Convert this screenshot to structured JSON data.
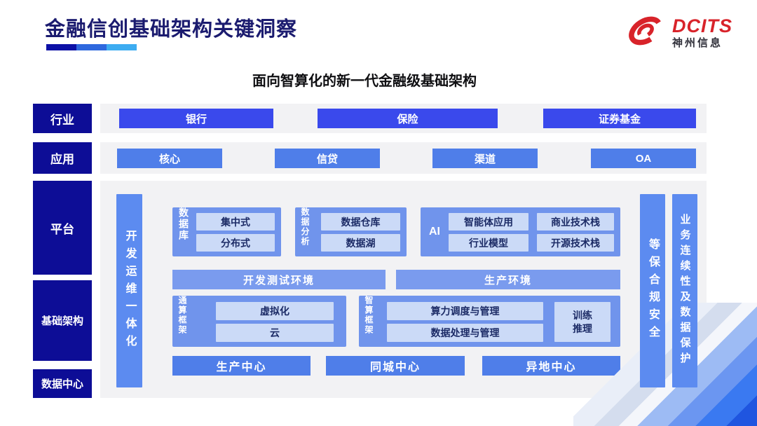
{
  "header": {
    "title": "金融信创基础架构关键洞察",
    "logo": {
      "brand": "DCITS",
      "company": "神州信息"
    }
  },
  "subtitle": "面向智算化的新一代金融级基础架构",
  "layers": {
    "industry": "行业",
    "application": "应用",
    "platform": "平台",
    "infrastructure": "基础架构",
    "datacenter": "数据中心"
  },
  "industry_items": [
    "银行",
    "保险",
    "证券基金"
  ],
  "application_items": [
    "核心",
    "信贷",
    "渠道",
    "OA"
  ],
  "platform": {
    "devops_bar": "开发运维一体化",
    "security_bar": "等保合规安全",
    "continuity_bar": "业务连续性及数据保护",
    "database": {
      "label": "数据库",
      "items": [
        "集中式",
        "分布式"
      ]
    },
    "analytics": {
      "label": "数据分析",
      "items": [
        "数据仓库",
        "数据湖"
      ]
    },
    "ai": {
      "label": "AI",
      "items": [
        "智能体应用",
        "商业技术栈",
        "行业模型",
        "开源技术栈"
      ]
    },
    "env_dev": "开发测试环境",
    "env_prod": "生产环境",
    "general_compute": {
      "label": "通算框架",
      "items": [
        "虚拟化",
        "云"
      ]
    },
    "ai_compute": {
      "label": "智算框架",
      "items": [
        "算力调度与管理",
        "数据处理与管理"
      ],
      "train_infer": "训练\n推理"
    },
    "centers": [
      "生产中心",
      "同城中心",
      "异地中心"
    ]
  },
  "colors": {
    "label_navy": "#0d0d96",
    "strong_blue": "#3a49ec",
    "mid_blue": "#4f7ee9",
    "bar_blue": "#5c8bf0",
    "group_blue": "#7094ec",
    "chip_blue": "#cbdaf7",
    "title_navy": "#1b1b6f",
    "logo_red": "#d8232a",
    "strip_gray": "#f2f2f4",
    "underline": [
      "#0c10a6",
      "#2e68de",
      "#3dacf1"
    ]
  }
}
